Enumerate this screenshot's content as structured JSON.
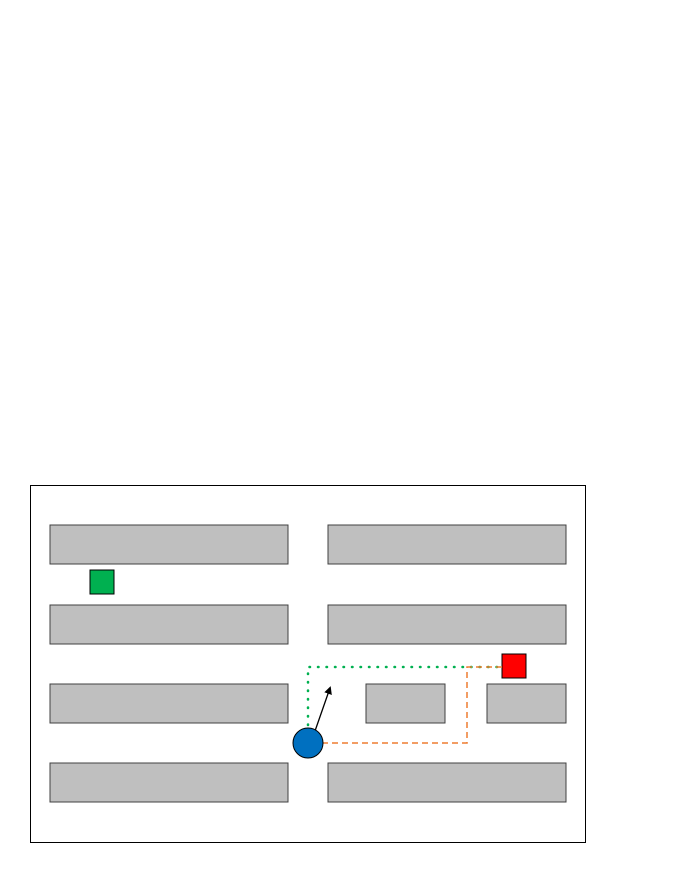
{
  "diagram": {
    "colors": {
      "frame": "#000000",
      "obstacle_fill": "#bfbfbf",
      "obstacle_stroke": "#404040",
      "start_fill": "#00b050",
      "goal_fill": "#ff0000",
      "agent_fill": "#0070c0",
      "path_dotted": "#00b050",
      "path_dashed": "#ed7d31",
      "heading": "#000000"
    },
    "obstacles": [
      {
        "name": "shelf-row1-left"
      },
      {
        "name": "shelf-row1-right"
      },
      {
        "name": "shelf-row2-left"
      },
      {
        "name": "shelf-row2-right"
      },
      {
        "name": "shelf-row3-left"
      },
      {
        "name": "shelf-row3-mid"
      },
      {
        "name": "shelf-row3-right"
      },
      {
        "name": "shelf-row4-left"
      },
      {
        "name": "shelf-row4-right"
      }
    ],
    "markers": {
      "start": "green-square",
      "goal": "red-square",
      "agent": "blue-circle"
    },
    "paths": {
      "dotted": "green-dotted-path",
      "dashed": "orange-dashed-path"
    }
  }
}
